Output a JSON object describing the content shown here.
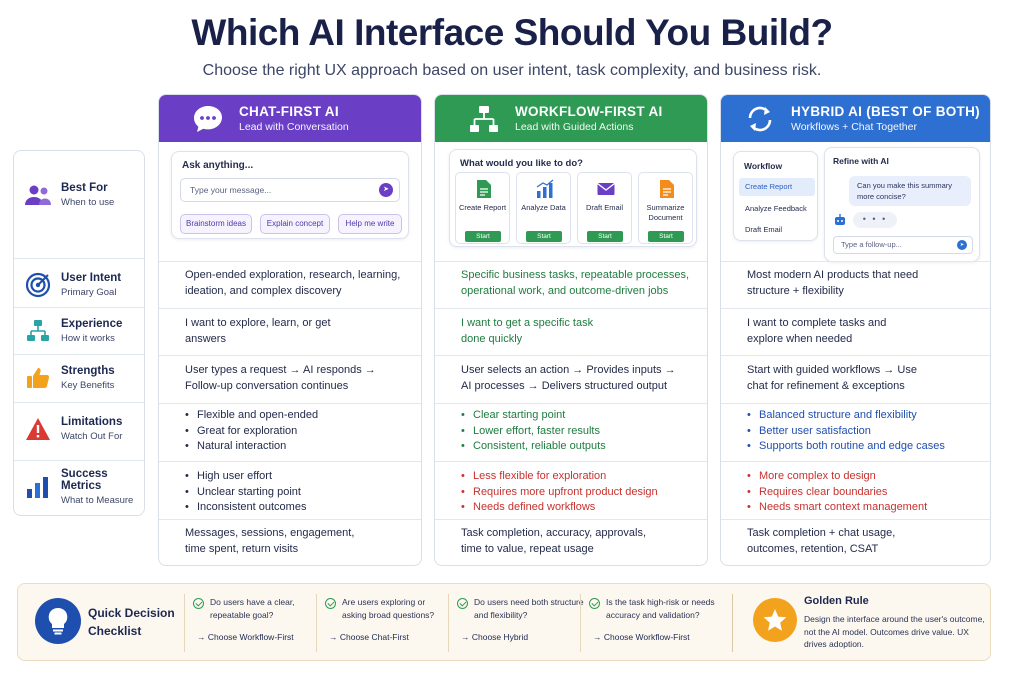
{
  "title": "Which AI Interface Should You Build?",
  "subtitle": "Choose the right UX approach based on user intent, task complexity, and business risk.",
  "row_labels": [
    {
      "title": "Best For",
      "sub": "When to use"
    },
    {
      "title": "User Intent",
      "sub": "Primary Goal"
    },
    {
      "title": "Experience",
      "sub": "How it works"
    },
    {
      "title": "Strengths",
      "sub": "Key Benefits"
    },
    {
      "title": "Limitations",
      "sub": "Watch Out For"
    },
    {
      "title": "Success Metrics",
      "sub": "What to Measure"
    }
  ],
  "chat": {
    "name": "CHAT-FIRST AI",
    "tagline": "Lead with Conversation",
    "mock": {
      "prompt": "Ask anything...",
      "placeholder": "Type your message...",
      "chips": [
        "Brainstorm ideas",
        "Explain concept",
        "Help me write"
      ]
    },
    "intent": "Open-ended exploration, research, learning, ideation, and complex discovery",
    "experience": "I want to explore, learn, or get answers",
    "strengths": "User types a request → AI responds → Follow-up conversation continues",
    "limitations": [
      "Flexible and open-ended",
      "Great for exploration",
      "Natural interaction"
    ],
    "metrics": [
      "High user effort",
      "Unclear starting point",
      "Inconsistent outcomes"
    ],
    "footer": "Messages, sessions, engagement, time spent, return visits"
  },
  "workflow": {
    "name": "WORKFLOW-FIRST AI",
    "tagline": "Lead with Guided Actions",
    "mock": {
      "question": "What would you like to do?",
      "tiles": [
        {
          "label": "Create Report",
          "btn": "Start"
        },
        {
          "label": "Analyze Data",
          "btn": "Start"
        },
        {
          "label": "Draft Email",
          "btn": "Start"
        },
        {
          "label": "Summarize Document",
          "btn": "Start"
        }
      ]
    },
    "intent": "Specific business tasks, repeatable processes, operational work, and outcome-driven jobs",
    "experience": "I want to get a specific task done quickly",
    "strengths": "User selects an action → Provides inputs → AI processes → Delivers structured output",
    "limitations": [
      "Clear starting point",
      "Lower effort, faster results",
      "Consistent, reliable outputs"
    ],
    "metrics": [
      "Less flexible for exploration",
      "Requires more upfront product design",
      "Needs defined workflows"
    ],
    "footer": "Task completion, accuracy, approvals, time to value, repeat usage"
  },
  "hybrid": {
    "name": "HYBRID AI (BEST OF BOTH)",
    "tagline": "Workflows + Chat Together",
    "mock": {
      "workflow_title": "Workflow",
      "workflow_items": [
        "Create Report",
        "Analyze Feedback",
        "Draft Email"
      ],
      "refine_title": "Refine with AI",
      "bubble": "Can you make this summary more concise?",
      "dots": "• • •",
      "followup": "Type a follow-up..."
    },
    "intent": "Most modern AI products that need structure + flexibility",
    "experience": "I want to complete tasks and explore when needed",
    "strengths": "Start with guided workflows → Use chat for refinement & exceptions",
    "limitations": [
      "Balanced structure and flexibility",
      "Better user satisfaction",
      "Supports both routine and edge cases"
    ],
    "metrics": [
      "More complex to design",
      "Requires clear boundaries",
      "Needs smart context management"
    ],
    "footer": "Task completion + chat usage, outcomes, retention, CSAT"
  },
  "checklist": {
    "title_line1": "Quick Decision",
    "title_line2": "Checklist",
    "items": [
      {
        "q": "Do users have a clear, repeatable goal?",
        "a": "→ Choose Workflow-First"
      },
      {
        "q": "Are users exploring or asking broad questions?",
        "a": "→ Choose Chat-First"
      },
      {
        "q": "Do users need both structure and flexibility?",
        "a": "→ Choose Hybrid"
      },
      {
        "q": "Is the task high-risk or needs accuracy and validation?",
        "a": "→ Choose Workflow-First"
      }
    ]
  },
  "golden_rule": {
    "title": "Golden Rule",
    "body": "Design the interface around the user's outcome, not the AI model. Outcomes drive value. UX drives adoption."
  },
  "colors": {
    "chat": "#6a3fc6",
    "workflow": "#2f9a53",
    "hybrid": "#2e6fd2",
    "warning": "#c7322e",
    "accent_gold": "#f2a21c"
  }
}
